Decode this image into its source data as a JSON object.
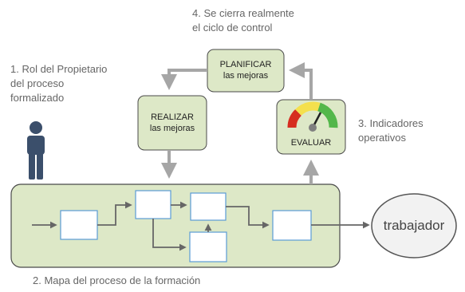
{
  "labels": {
    "closed_loop": [
      "4. Se cierra realmente",
      "el ciclo de control"
    ],
    "owner_role": [
      "1. Rol del Propietario",
      "del proceso",
      "formalizado"
    ],
    "indicators": [
      "3. Indicadores",
      "operativos"
    ],
    "process_map": "2. Mapa del proceso de la formación"
  },
  "boxes": {
    "plan": [
      "PLANIFICAR",
      "las mejoras"
    ],
    "do": [
      "REALIZAR",
      "las mejoras"
    ],
    "check": "EVALUAR"
  },
  "worker": "trabajador",
  "colors": {
    "panel_fill": "#dde8c7",
    "panel_border": "#4a4a4a",
    "arrow": "#a6a6a6",
    "flow": "#666666",
    "process_box_border": "#5b9bd5",
    "person": "#3b4f6b",
    "gauge": [
      "#d62d20",
      "#f4e04d",
      "#53b74a"
    ]
  }
}
